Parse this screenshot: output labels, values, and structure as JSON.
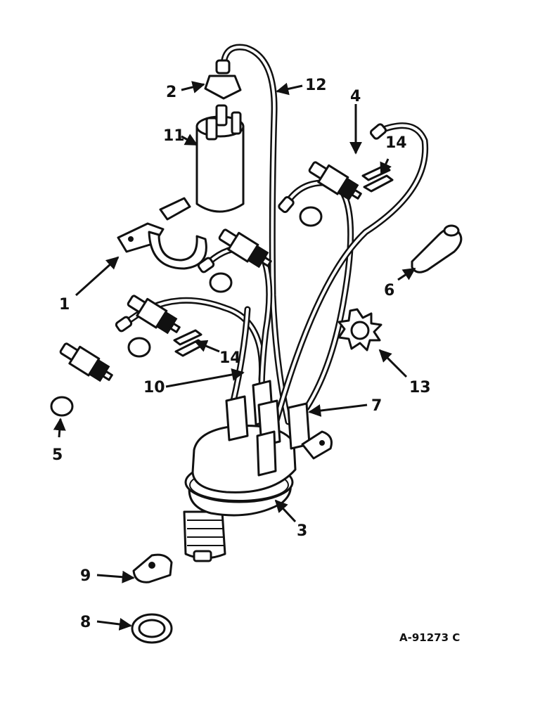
{
  "callouts": {
    "c1": "1",
    "c2": "2",
    "c3": "3",
    "c4": "4",
    "c5": "5",
    "c6": "6",
    "c7": "7",
    "c8": "8",
    "c9": "9",
    "c10": "10",
    "c11": "11",
    "c12": "12",
    "c13": "13",
    "c14a": "14",
    "c14b": "14"
  },
  "figure_ref": "A-91273 C"
}
